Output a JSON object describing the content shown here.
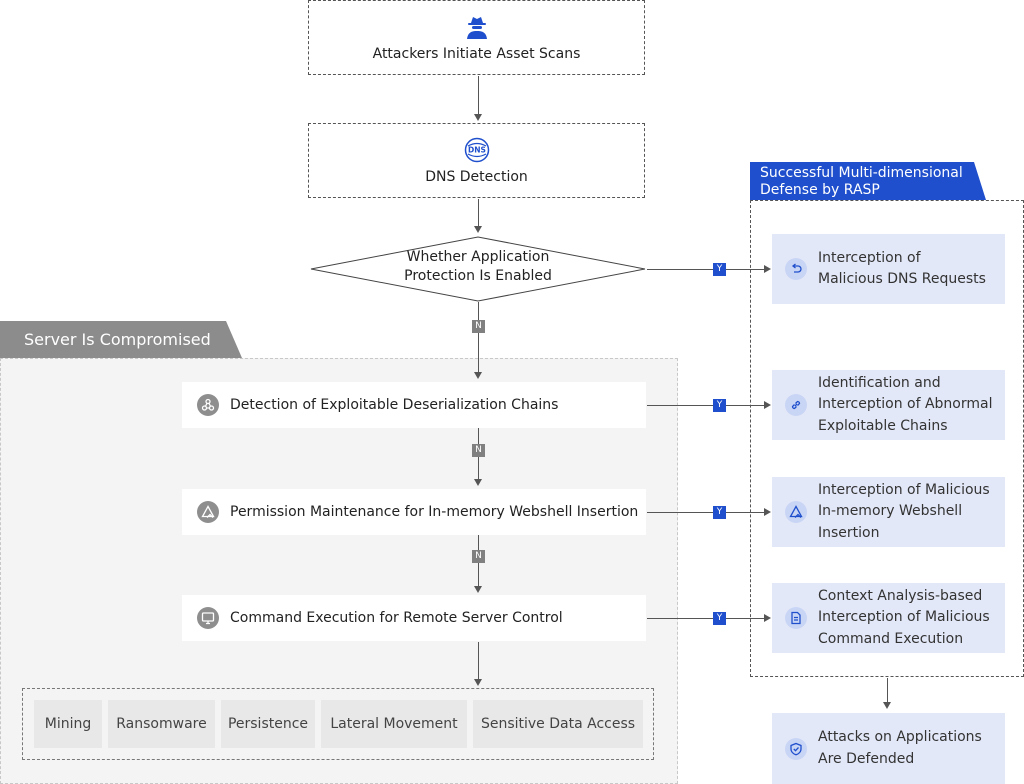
{
  "top_boxes": {
    "attackers": "Attackers Initiate Asset Scans",
    "dns": "DNS Detection"
  },
  "decision": {
    "line1": "Whether Application",
    "line2": "Protection Is Enabled"
  },
  "badges": {
    "yes": "Y",
    "no": "N"
  },
  "compromised": {
    "title": "Server Is Compromised",
    "steps": [
      "Detection of Exploitable Deserialization Chains",
      "Permission Maintenance for In-memory Webshell Insertion",
      "Command Execution for Remote Server Control"
    ],
    "outcomes": [
      "Mining",
      "Ransomware",
      "Persistence",
      "Lateral Movement",
      "Sensitive Data Access"
    ]
  },
  "rasp": {
    "title_line1": "Successful Multi-dimensional",
    "title_line2": "Defense by RASP",
    "defenses": [
      [
        "Interception of",
        "Malicious DNS Requests"
      ],
      [
        "Identification and",
        "Interception of Abnormal",
        "Exploitable Chains"
      ],
      [
        "Interception of Malicious",
        "In-memory Webshell",
        "Insertion"
      ],
      [
        "Context Analysis-based",
        "Interception of Malicious",
        "Command Execution"
      ]
    ],
    "result": [
      "Attacks on Applications",
      "Are Defended"
    ]
  },
  "colors": {
    "accent": "#1f4fcc",
    "neutral": "#8c8c8c",
    "defense_bg": "#e3e8f8"
  },
  "icons": {
    "attackers": "hacker-icon",
    "dns": "dns-icon",
    "steps": [
      "chain-nodes-icon",
      "webshell-icon",
      "terminal-icon"
    ],
    "defenses": [
      "undo-icon",
      "link-icon",
      "webshell-icon",
      "document-icon"
    ],
    "result": "shield-check-icon"
  }
}
